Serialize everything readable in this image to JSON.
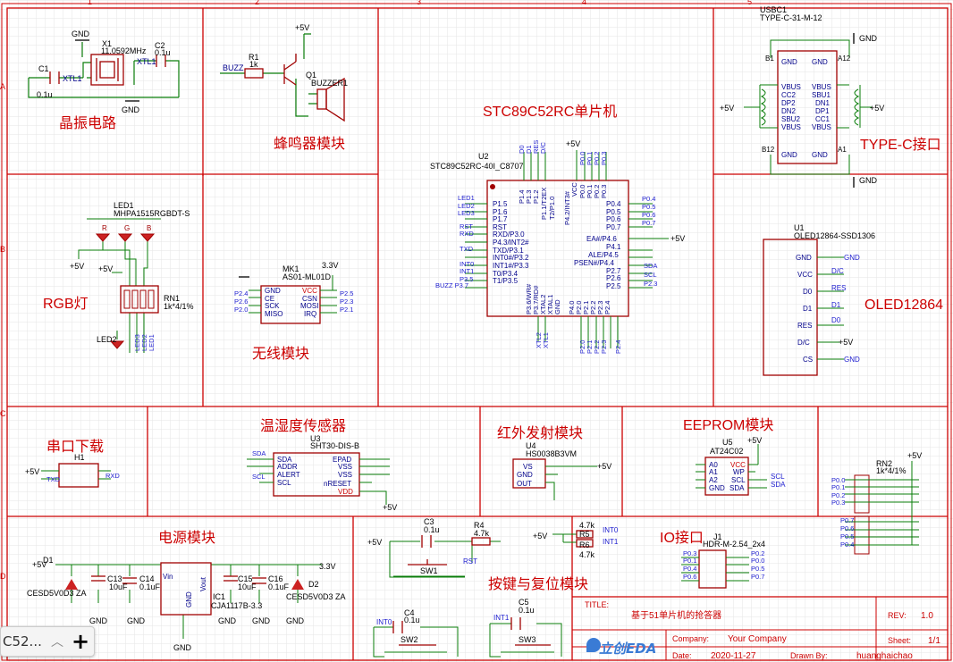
{
  "border_cols": [
    "1",
    "2",
    "3",
    "4",
    "5"
  ],
  "border_rows": [
    "A",
    "B",
    "C",
    "D"
  ],
  "blocks": {
    "osc": "晶振电路",
    "buzzer": "蜂鸣器模块",
    "mcu": "STC89C52RC单片机",
    "typec": "TYPE-C接口",
    "rgb": "RGB灯",
    "wireless": "无线模块",
    "oled": "OLED12864",
    "serial": "串口下载",
    "temp": "温湿度传感器",
    "ir": "红外发射模块",
    "eeprom": "EEPROM模块",
    "power": "电源模块",
    "keys": "按键与复位模块",
    "io": "IO接口"
  },
  "parts": {
    "x1": "X1",
    "x1_val": "11.0592MHz",
    "c1": "C1",
    "c1_val": "0.1u",
    "c2": "C2",
    "c2_val": "0.1u",
    "xtl1": "XTL1",
    "xtl1b": "XTL1",
    "r1": "R1",
    "r1_val": "1k",
    "buzz": "BUZZ",
    "q1": "Q1",
    "buzzer": "BUZZER1",
    "u2": "U2",
    "u2_val": "STC89C52RC-40I_C8707",
    "usbc": "USBC1",
    "usbc_val": "TYPE-C-31-M-12",
    "led1": "LED1",
    "led1_val": "MHPA1515RGBDT-S",
    "led2": "LED2",
    "rn1": "RN1",
    "rn1_val": "1k*4/1%",
    "mk1": "MK1",
    "mk1_val": "AS01-ML01D",
    "v33": "3.3V",
    "u1": "U1",
    "u1_val": "OLED12864-SSD1306",
    "h1": "H1",
    "u3": "U3",
    "u3_val": "SHT30-DIS-B",
    "u4": "U4",
    "u4_val": "HS0038B3VM",
    "u5": "U5",
    "u5_val": "AT24C02",
    "rn2": "RN2",
    "rn2_val": "1k*4/1%",
    "j1": "J1",
    "j1_val": "HDR-M-2.54_2x4",
    "d1": "D1",
    "d1_val": "CESD5V0D3 ZA",
    "d2": "D2",
    "d2_val": "CESD5V0D3 ZA",
    "c13": "C13",
    "c13_val": "10uF",
    "c14": "C14",
    "c14_val": "0.1uF",
    "ic1": "IC1",
    "ic1_val": "CJA1117B-3.3",
    "c15": "C15",
    "c15_val": "10uF",
    "c16": "C16",
    "c16_val": "0.1uF",
    "c3": "C3",
    "c3_val": "0.1u",
    "r4": "R4",
    "r4_val": "4.7k",
    "sw1": "SW1",
    "rst": "RST",
    "r5": "R5",
    "r6": "R6",
    "r56_val": "4.7k",
    "int0": "INT0",
    "int1": "INT1",
    "c4": "C4",
    "c4_val": "0.1u",
    "sw2": "SW2",
    "c5": "C5",
    "c5_val": "0.1u",
    "sw3": "SW3"
  },
  "nets": {
    "gnd": "GND",
    "p5v": "+5V",
    "p33": "3.3V"
  },
  "titleblock": {
    "title_label": "TITLE:",
    "title": "基于51单片机的抢答器",
    "rev_label": "REV:",
    "rev": "1.0",
    "company_label": "Company:",
    "company": "Your Company",
    "sheet_label": "Sheet:",
    "sheet": "1/1",
    "date_label": "Date:",
    "date": "2020-11-27",
    "drawn_label": "Drawn By:",
    "drawn": "huanghaichao",
    "logo": "立创EDA"
  },
  "tabwidget": {
    "label": "C52..."
  },
  "colors": {
    "block_border": "#cc0000",
    "wire": "#0a7d0a",
    "part": "#a00000",
    "pin": "#1d1dcf",
    "net": "#00008b",
    "grid": "#e6e6e6"
  }
}
